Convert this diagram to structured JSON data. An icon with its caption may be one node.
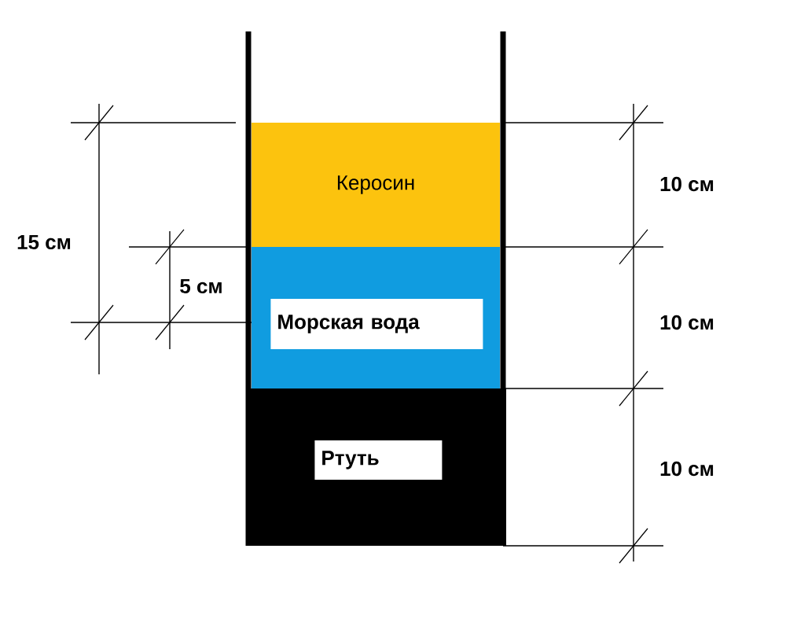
{
  "diagram": {
    "nodes": [
      {
        "text": [
          "Керосин"
        ]
      },
      {
        "text": [
          "Морская вода"
        ]
      },
      {
        "text": [
          "Ртуть"
        ]
      }
    ],
    "labels": [
      "10 см",
      "15 см",
      "5 см",
      "10 см",
      "10 см"
    ]
  }
}
